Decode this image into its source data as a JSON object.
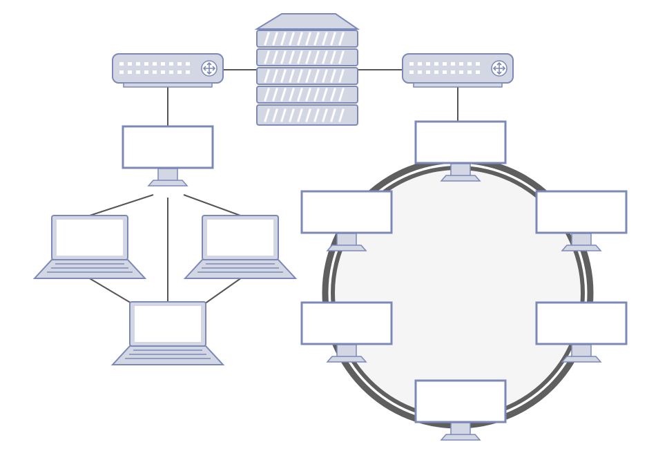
{
  "diagram": {
    "description_visible_text": "",
    "colors": {
      "device_fill": "#d3d7e3",
      "device_stroke": "#7b88b8",
      "screen_fill": "#ffffff",
      "dark_detail": "#ffffff",
      "wire": "#555555",
      "ring_outer": "#5f5f5f",
      "ring_inner_fill": "#f5f5f6"
    },
    "nodes": [
      {
        "id": "server",
        "icon": "server-rack-icon"
      },
      {
        "id": "switch-left",
        "icon": "network-switch-icon"
      },
      {
        "id": "switch-right",
        "icon": "network-switch-icon"
      },
      {
        "id": "star-hub-monitor",
        "icon": "monitor-icon"
      },
      {
        "id": "star-laptop-left",
        "icon": "laptop-icon"
      },
      {
        "id": "star-laptop-right",
        "icon": "laptop-icon"
      },
      {
        "id": "star-laptop-bottom",
        "icon": "laptop-icon"
      },
      {
        "id": "ring-monitor-top",
        "icon": "monitor-icon"
      },
      {
        "id": "ring-monitor-upper-left",
        "icon": "monitor-icon"
      },
      {
        "id": "ring-monitor-upper-right",
        "icon": "monitor-icon"
      },
      {
        "id": "ring-monitor-lower-left",
        "icon": "monitor-icon"
      },
      {
        "id": "ring-monitor-lower-right",
        "icon": "monitor-icon"
      },
      {
        "id": "ring-monitor-bottom",
        "icon": "monitor-icon"
      }
    ],
    "edges": [
      {
        "from": "switch-left",
        "to": "server"
      },
      {
        "from": "server",
        "to": "switch-right"
      },
      {
        "from": "switch-left",
        "to": "star-hub-monitor"
      },
      {
        "from": "switch-right",
        "to": "ring-monitor-top"
      },
      {
        "from": "star-hub-monitor",
        "to": "star-laptop-left"
      },
      {
        "from": "star-hub-monitor",
        "to": "star-laptop-right"
      },
      {
        "from": "star-hub-monitor",
        "to": "star-laptop-bottom"
      },
      {
        "from": "star-laptop-left",
        "to": "star-laptop-bottom"
      },
      {
        "from": "star-laptop-right",
        "to": "star-laptop-bottom"
      }
    ],
    "topologies": [
      "star",
      "ring"
    ]
  }
}
